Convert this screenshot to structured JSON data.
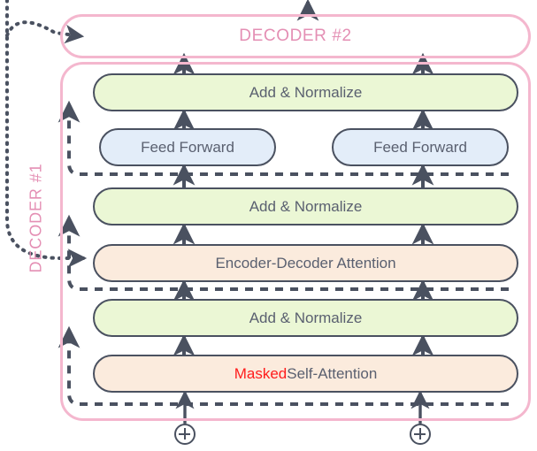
{
  "diagram": {
    "title": "Transformer Decoder Stack",
    "colors": {
      "frame_pink": "#F4B7CE",
      "label_pink": "#E48FB4",
      "node_stroke": "#4A5160",
      "node_text": "#5A6070",
      "green_fill": "#EBF7D5",
      "peach_fill": "#FBEBDD",
      "blue_fill": "#E3EDF9",
      "masked_red": "#FF1C1C",
      "background": "#FFFFFF"
    },
    "decoder2": {
      "label": "DECODER #2"
    },
    "decoder1": {
      "label": "DECODER #1"
    },
    "nodes": [
      {
        "id": "addnorm-3",
        "label": "Add & Normalize",
        "fill": "green"
      },
      {
        "id": "ff-left",
        "label": "Feed Forward",
        "fill": "blue"
      },
      {
        "id": "ff-right",
        "label": "Feed Forward",
        "fill": "blue"
      },
      {
        "id": "addnorm-2",
        "label": "Add & Normalize",
        "fill": "green"
      },
      {
        "id": "encdec",
        "label": "Encoder-Decoder Attention",
        "fill": "peach"
      },
      {
        "id": "addnorm-1",
        "label": "Add & Normalize",
        "fill": "green"
      },
      {
        "id": "masked",
        "label": "Masked Self-Attention",
        "fill": "peach",
        "label_highlight": "Masked",
        "label_rest": " Self-Attention"
      }
    ],
    "inputs": [
      {
        "id": "plus-left",
        "label": "+"
      },
      {
        "id": "plus-right",
        "label": "+"
      }
    ]
  }
}
